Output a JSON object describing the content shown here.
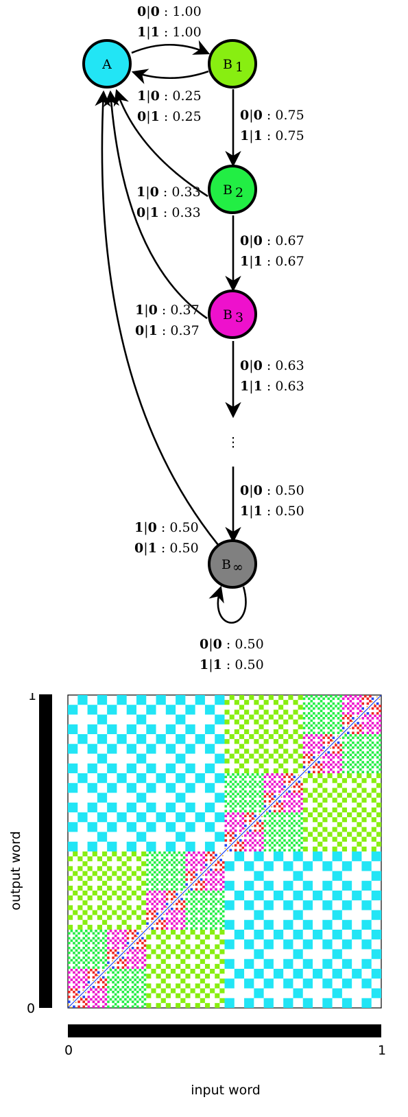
{
  "automaton": {
    "nodes": [
      {
        "id": "A",
        "label": "A",
        "sub": "",
        "color": "#22e5f5"
      },
      {
        "id": "B1",
        "label": "B",
        "sub": "1",
        "color": "#88ee11"
      },
      {
        "id": "B2",
        "label": "B",
        "sub": "2",
        "color": "#22ee44"
      },
      {
        "id": "B3",
        "label": "B",
        "sub": "3",
        "color": "#ee11cc"
      },
      {
        "id": "Binf",
        "label": "B",
        "sub": "∞",
        "color": "#808080"
      }
    ],
    "ellipsis": "⋮",
    "edge_labels": [
      {
        "id": "A-B1",
        "lines": [
          {
            "i": "0",
            "o": "0",
            "p": "1.00"
          },
          {
            "i": "1",
            "o": "1",
            "p": "1.00"
          }
        ]
      },
      {
        "id": "B1-A",
        "lines": [
          {
            "i": "1",
            "o": "0",
            "p": "0.25"
          },
          {
            "i": "0",
            "o": "1",
            "p": "0.25"
          }
        ]
      },
      {
        "id": "B1-B2",
        "lines": [
          {
            "i": "0",
            "o": "0",
            "p": "0.75"
          },
          {
            "i": "1",
            "o": "1",
            "p": "0.75"
          }
        ]
      },
      {
        "id": "B2-A",
        "lines": [
          {
            "i": "1",
            "o": "0",
            "p": "0.33"
          },
          {
            "i": "0",
            "o": "1",
            "p": "0.33"
          }
        ]
      },
      {
        "id": "B2-B3",
        "lines": [
          {
            "i": "0",
            "o": "0",
            "p": "0.67"
          },
          {
            "i": "1",
            "o": "1",
            "p": "0.67"
          }
        ]
      },
      {
        "id": "B3-A",
        "lines": [
          {
            "i": "1",
            "o": "0",
            "p": "0.37"
          },
          {
            "i": "0",
            "o": "1",
            "p": "0.37"
          }
        ]
      },
      {
        "id": "B3-dots",
        "lines": [
          {
            "i": "0",
            "o": "0",
            "p": "0.63"
          },
          {
            "i": "1",
            "o": "1",
            "p": "0.63"
          }
        ]
      },
      {
        "id": "dots-Binf",
        "lines": [
          {
            "i": "0",
            "o": "0",
            "p": "0.50"
          },
          {
            "i": "1",
            "o": "1",
            "p": "0.50"
          }
        ]
      },
      {
        "id": "Binf-A",
        "lines": [
          {
            "i": "1",
            "o": "0",
            "p": "0.50"
          },
          {
            "i": "0",
            "o": "1",
            "p": "0.50"
          }
        ]
      },
      {
        "id": "Binf-self",
        "lines": [
          {
            "i": "0",
            "o": "0",
            "p": "0.50"
          },
          {
            "i": "1",
            "o": "1",
            "p": "0.50"
          }
        ]
      }
    ]
  },
  "plot": {
    "y_label": "output word",
    "x_label": "input word",
    "y_tick_top": "1",
    "y_tick_bottom": "0",
    "x_tick_left": "0",
    "x_tick_right": "1",
    "colors": {
      "A": "#22e5f5",
      "B1": "#88ee11",
      "B2": "#22ee44",
      "B3": "#ee11cc",
      "B4": "#ee2222",
      "B5": "#2244ee",
      "B6": "#eeaa22"
    }
  }
}
